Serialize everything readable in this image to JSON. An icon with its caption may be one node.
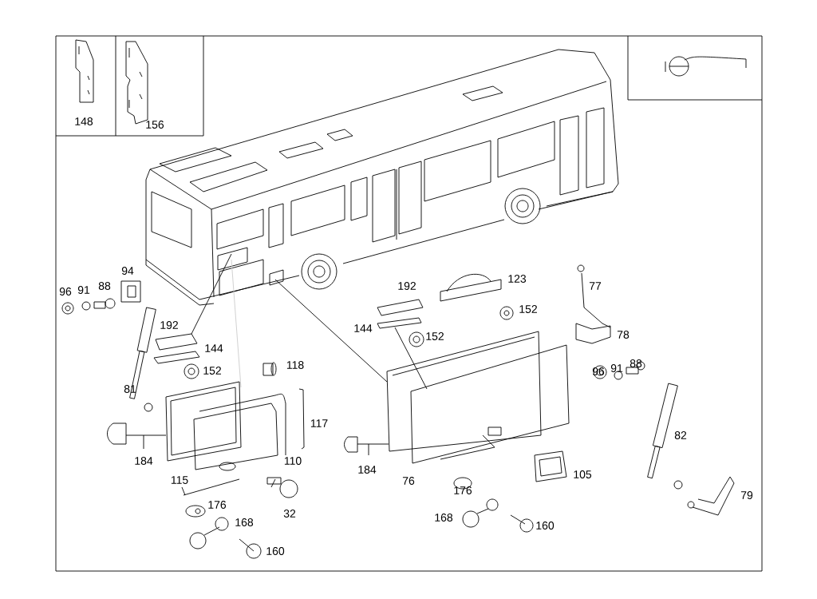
{
  "diagram": {
    "labels": [
      "148",
      "156",
      "94",
      "192",
      "123",
      "77",
      "96",
      "91",
      "88",
      "152",
      "144",
      "152",
      "78",
      "192",
      "144",
      "118",
      "152",
      "96",
      "91",
      "88",
      "81",
      "117",
      "82",
      "184",
      "110",
      "184",
      "105",
      "115",
      "76",
      "176",
      "79",
      "176",
      "168",
      "32",
      "168",
      "160",
      "160"
    ]
  }
}
